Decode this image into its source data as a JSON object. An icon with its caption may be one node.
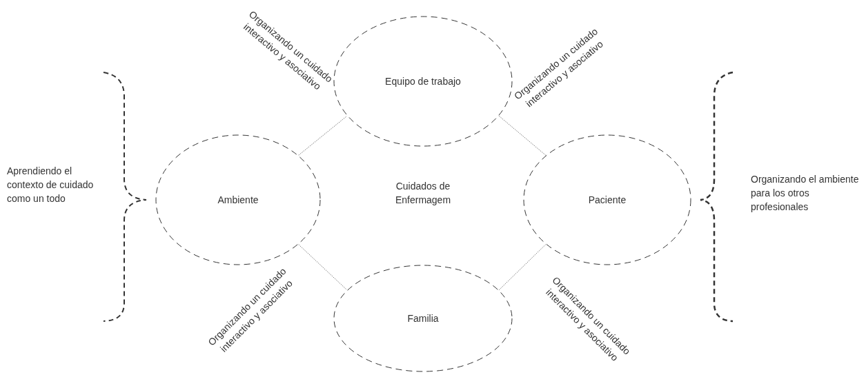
{
  "diagram": {
    "nodes": [
      {
        "text": [
          "Equipo de trabajo"
        ]
      },
      {
        "text": [
          "Ambiente"
        ]
      },
      {
        "text": [
          "Paciente"
        ]
      },
      {
        "text": [
          "Familia"
        ]
      }
    ],
    "edges": [
      {
        "from": 1,
        "to": 0,
        "arrow": "none",
        "label": "Organizando un cuidado interactivo y asociativo"
      },
      {
        "from": 0,
        "to": 2,
        "arrow": "none",
        "label": "Organizando un cuidado interactivo y asociativo"
      },
      {
        "from": 1,
        "to": 3,
        "arrow": "none",
        "label": "Organizando un cuidado interactivo y asociativo"
      },
      {
        "from": 3,
        "to": 2,
        "arrow": "none",
        "label": "Organizando un cuidado interactivo y asociativo"
      }
    ],
    "labels": [
      "Aprendiendo el contexto de cuidado como un todo",
      "Cuidados de Enfermagem",
      "Organizando el ambiente para los otros profesionales"
    ]
  }
}
